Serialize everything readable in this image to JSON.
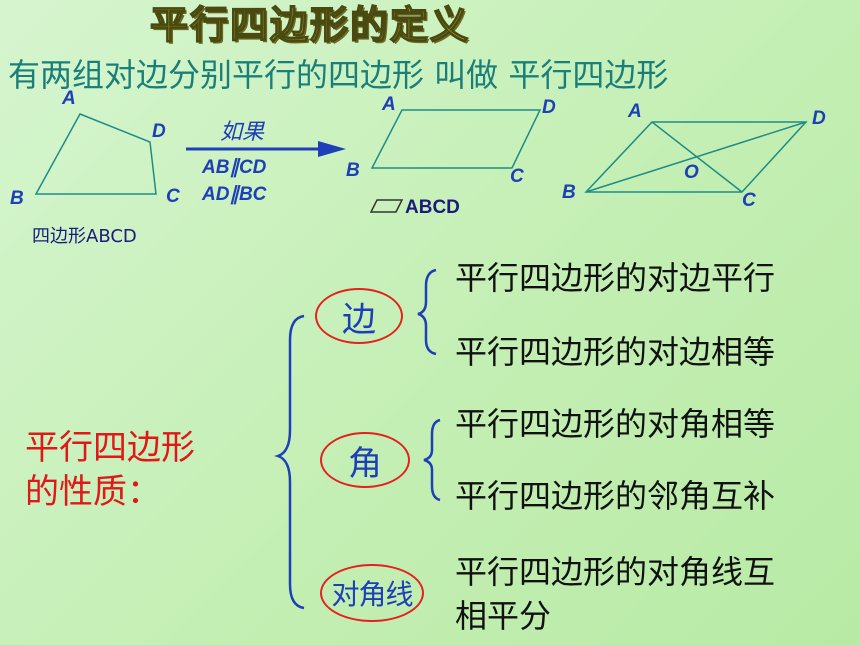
{
  "title": "平行四边形的定义",
  "definition": "有两组对边分别平行的四边形 叫做 平行四边形",
  "figure1": {
    "labels": {
      "a": "A",
      "b": "B",
      "c": "C",
      "d": "D"
    },
    "caption": "四边形ABCD"
  },
  "arrow": {
    "if_word": "如果",
    "condition1": "AB∥CD",
    "condition2": "AD∥BC"
  },
  "figure2": {
    "labels": {
      "a": "A",
      "b": "B",
      "c": "C",
      "d": "D"
    },
    "caption": "ABCD"
  },
  "figure3": {
    "labels": {
      "a": "A",
      "b": "B",
      "c": "C",
      "d": "D",
      "o": "O"
    }
  },
  "properties": {
    "heading_line1": "平行四边形",
    "heading_line2": "的性质：",
    "groups": {
      "side": {
        "label": "边",
        "items": [
          "平行四边形的对边平行",
          "平行四边形的对边相等"
        ]
      },
      "angle": {
        "label": "角",
        "items": [
          "平行四边形的对角相等",
          "平行四边形的邻角互补"
        ]
      },
      "diagonal": {
        "label": "对角线",
        "line1": "平行四边形的对角线互",
        "line2": "相平分"
      }
    }
  },
  "colors": {
    "line": "#1e8c86",
    "accent_blue": "#1d3fb8",
    "red": "#e01818"
  }
}
